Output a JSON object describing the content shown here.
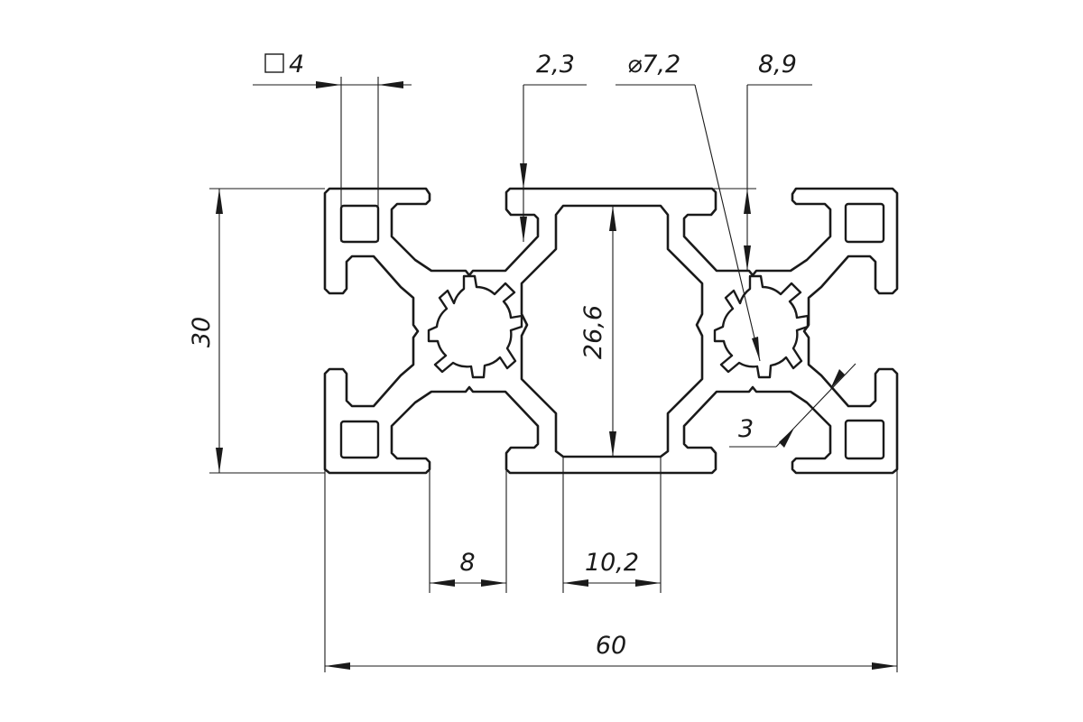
{
  "drawing": {
    "line_color": "#1a1a1a",
    "background": "#ffffff"
  },
  "dimensions": {
    "slot_square": "4",
    "wall_thickness": "2,3",
    "center_bore": "⌀7,2",
    "slot_depth": "8,9",
    "height": "30",
    "cavity_height": "26,6",
    "rib_thickness": "3",
    "slot_width": "8",
    "cavity_width": "10,2",
    "total_width": "60"
  }
}
